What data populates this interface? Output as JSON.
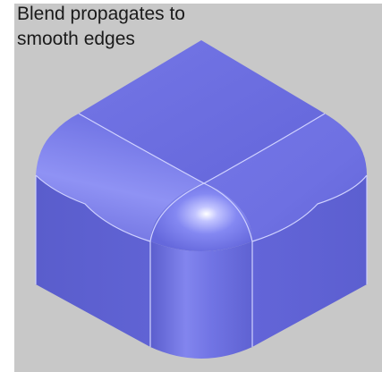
{
  "caption": {
    "line1": "Blend propagates to",
    "line2": "smooth edges"
  },
  "colors": {
    "background": "#c8c8c8",
    "model_top": "#6e70e0",
    "model_left": "#5f62d2",
    "model_right": "#6a6ce2",
    "blend_highlight": "#b4b7ff",
    "edge_lines": "#d0d2ff"
  },
  "icons": {
    "model": "blended-cube-model"
  }
}
